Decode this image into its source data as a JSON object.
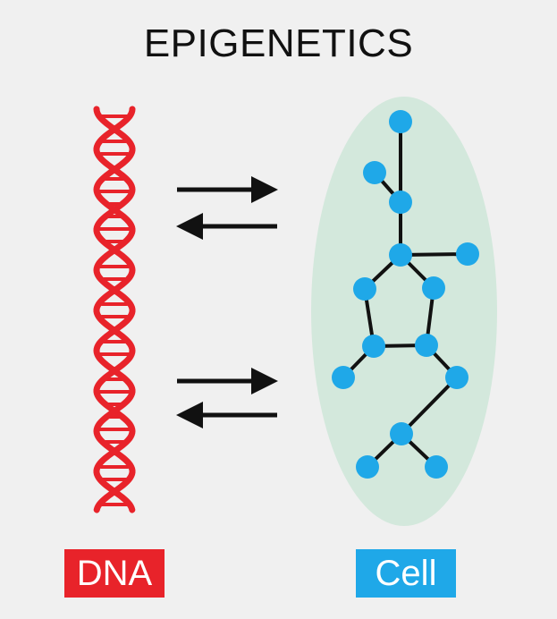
{
  "title": "EPIGENETICS",
  "labels": {
    "dna": "DNA",
    "cell": "Cell"
  },
  "colors": {
    "background": "#f0f0f0",
    "dna": "#e8232a",
    "cell_fill": "#d3e8dc",
    "node": "#1fa8e8",
    "arrow": "#111111",
    "label_text": "#ffffff"
  }
}
